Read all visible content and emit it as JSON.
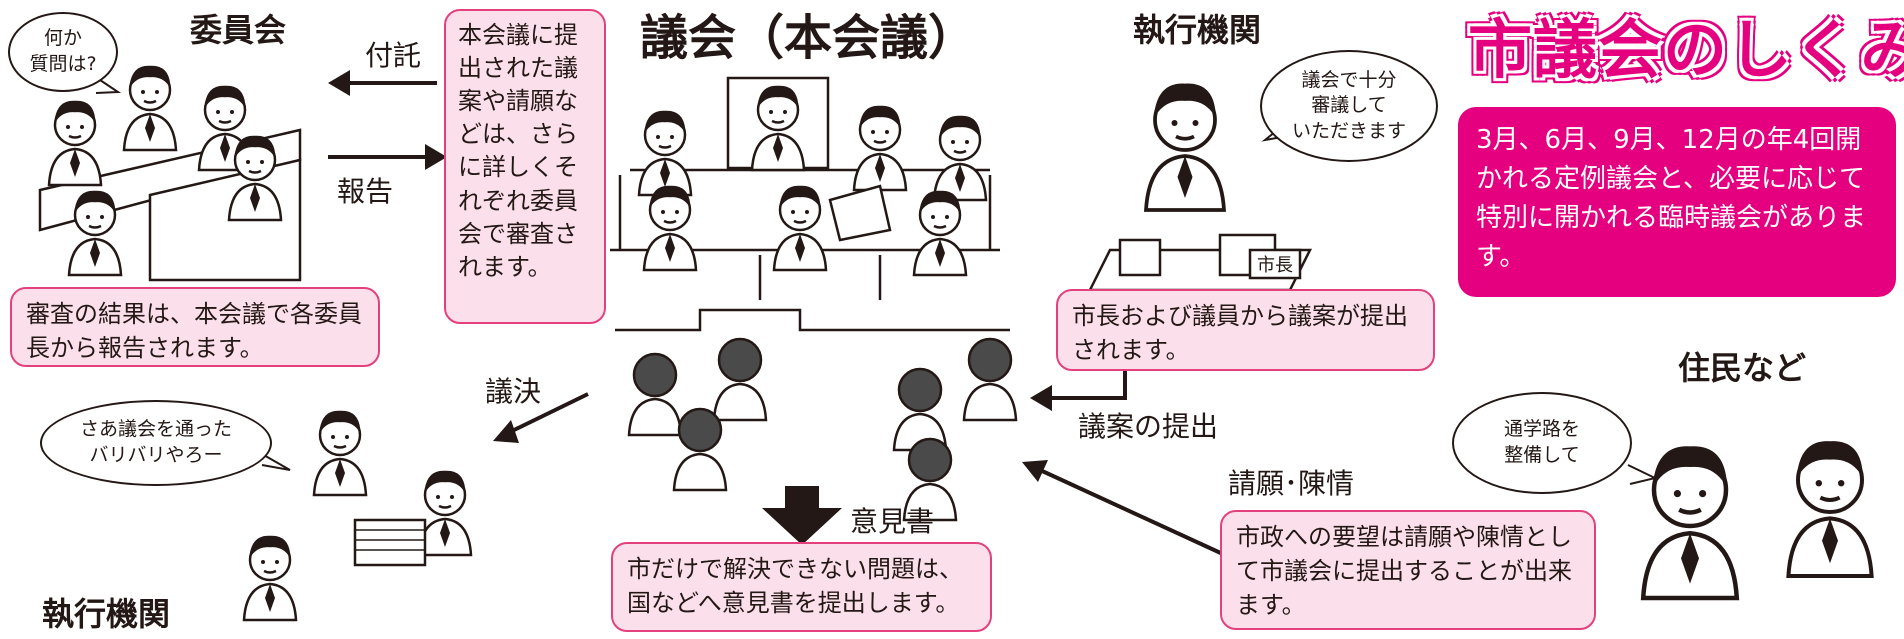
{
  "title": "市議会のしくみ",
  "summary": "3月、6月、9月、12月の年4回開かれる定例議会と、必要に応じて特別に開かれる臨時議会があります。",
  "headings": {
    "committee": "委員会",
    "plenary": "議会（本会議）",
    "executive_top": "執行機関",
    "executive_bottom": "執行機関",
    "residents": "住民など"
  },
  "arrow_labels": {
    "referral": "付託",
    "report": "報告",
    "resolution": "議決",
    "bill_submission": "議案の提出",
    "opinion": "意見書",
    "petition": "請願･陳情"
  },
  "boxes": {
    "plenary_referral": "本会議に提出された議案や請願などは、さらに詳しくそれぞれ委員会で審査されます。",
    "committee_result": "審査の結果は、本会議で各委員長から報告されます。",
    "bill_by_mayor": "市長および議員から議案が提出されます。",
    "opinion_letter": "市だけで解決できない問題は、国などへ意見書を提出します。",
    "petition_note": "市政への要望は請願や陳情として市議会に提出することが出来ます。"
  },
  "speech": {
    "committee": "何か\n質問は?",
    "mayor": "議会で十分\n審議して\nいただきます",
    "executive": "さあ議会を通った\nバリバリやろー",
    "residents": "通学路を\n整備して"
  },
  "nameplate": "市長",
  "icons": [
    "arrow-left-icon",
    "arrow-right-icon",
    "arrow-down-icon",
    "person-icon",
    "desk-icon"
  ],
  "colors": {
    "accent": "#e4007f",
    "box_fill": "#fbe0ec",
    "box_border": "#e5407e",
    "ink": "#231815"
  }
}
